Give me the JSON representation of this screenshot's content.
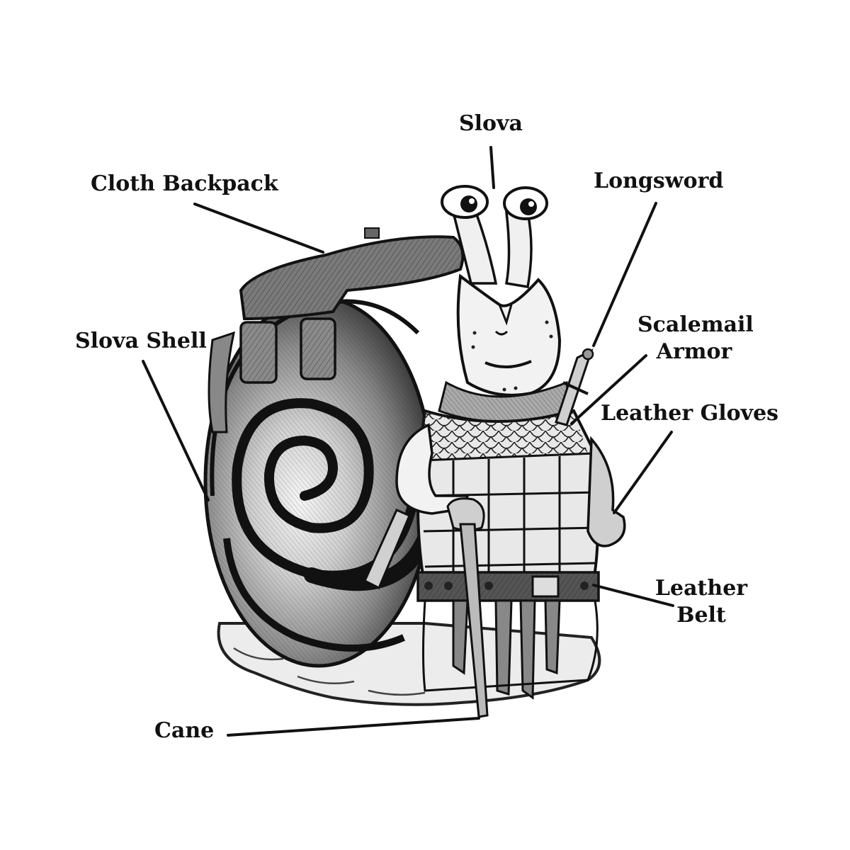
{
  "colors": {
    "ink": "#111111",
    "background": "#ffffff",
    "shell_dark": "#1a1a1a",
    "shell_mid": "#555555",
    "shell_light": "#d9d9d9",
    "pack": "#6e6e6e",
    "skin": "#f2f2f2"
  },
  "labels": {
    "slova": "Slova",
    "cloth_backpack": "Cloth Backpack",
    "longsword": "Longsword",
    "slova_shell": "Slova Shell",
    "scalemail_armor_line1": "Scalemail",
    "scalemail_armor_line2": "Armor",
    "leather_gloves": "Leather Gloves",
    "leather_belt_line1": "Leather",
    "leather_belt_line2": "Belt",
    "cane": "Cane"
  }
}
